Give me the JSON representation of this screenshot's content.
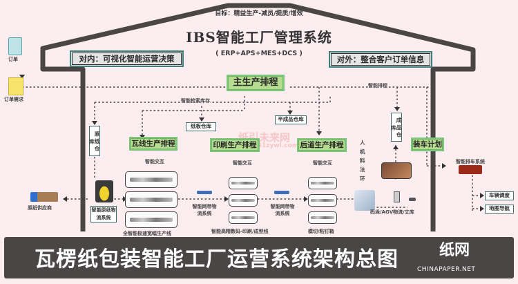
{
  "header": {
    "goal": "目标：精益生产-减员/提质/增效",
    "title": "IBS智能工厂管理系统",
    "subtitle": "( ERP+APS+MES+DCS )",
    "internal": "对内：可视化智能运营决策",
    "external": "对外：整合客户订单信息"
  },
  "left": {
    "order": "订单",
    "order_demand": "订单需求",
    "supplier": "原纸供应商"
  },
  "flow": {
    "main_schedule": "主生产排程",
    "smart_inventory": "智能检索库存",
    "smart_schedule": "智能排程",
    "raw_paper_warehouse": "原纸仓库",
    "board_warehouse": "纸板仓库",
    "semi_finished_warehouse": "半成品仓库",
    "finished_warehouse": "成品仓库",
    "corrugator_schedule": "瓦线生产排程",
    "print_schedule": "印刷生产排程",
    "post_schedule": "后道生产排程",
    "loading_plan": "装车计划",
    "smart_interaction": "智能交互",
    "raw_paper_logistics": "智能原纸物流系统",
    "mesh_logistics": "智能网带物流系统",
    "corrugator_line": "全智能极速宽幅生产线",
    "print_line": "智能高精数码-印刷/成型线",
    "die_cut_line": "模切/粘钉箱",
    "man_machine": "人机料法环",
    "robot_agv": "码垛/AGV物流/立库",
    "truck_system": "智能排车系统",
    "vehicle_dispatch": "车辆调度",
    "map_nav": "地图导航"
  },
  "footer": {
    "title": "瓦楞纸包装智能工厂运营系统架构总图",
    "watermark_cn": "纸网",
    "watermark_en": "CHINAPAPER.NET",
    "watermark_center": "纸引未来网",
    "watermark_url": "www.51zywl.com"
  }
}
